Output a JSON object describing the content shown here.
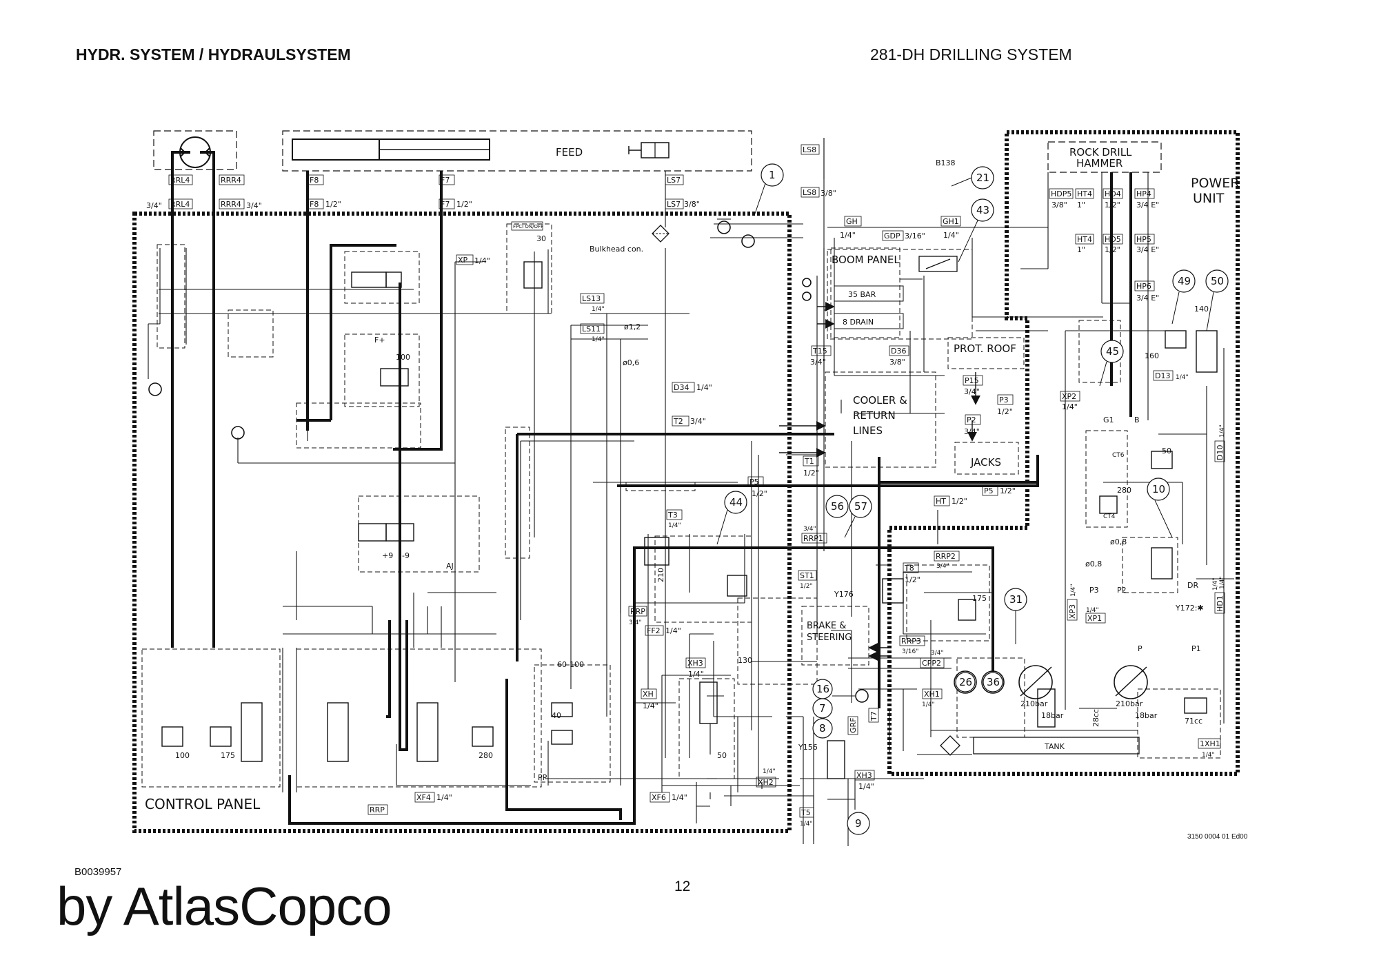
{
  "header": {
    "left_title": "HYDR. SYSTEM / HYDRAULSYSTEM",
    "right_title": "281-DH DRILLING SYSTEM"
  },
  "footer": {
    "doc_code": "B0039957",
    "page_number": "12",
    "brand": "by AtlasCopco",
    "drawing_ref": "3150 0004 01 Ed00"
  },
  "diagram": {
    "blocks": {
      "feed": "FEED",
      "rock_drill_1": "ROCK DRILL",
      "rock_drill_2": "HAMMER",
      "power_unit_1": "POWER",
      "power_unit_2": "UNIT",
      "boom_panel": "BOOM PANEL",
      "cooler_1": "COOLER &",
      "cooler_2": "RETURN",
      "cooler_3": "LINES",
      "prot_roof": "PROT. ROOF",
      "jacks": "JACKS",
      "brake_1": "BRAKE &",
      "brake_2": "STEERING",
      "tank": "TANK",
      "control_panel": "CONTROL PANEL",
      "bulkhead": "Bulkhead con.",
      "fpci": "FPCI ON/OFF",
      "bar35": "35 BAR",
      "drain8": "8 DRAIN"
    },
    "port_labels": {
      "rrl4_top": "RRL4",
      "rrr4_top": "RRR4",
      "f8_top": "F8",
      "f7_top": "F7",
      "ls7_top": "LS7",
      "ls8_top": "LS8",
      "rrl4": "RRL4",
      "rrr4": "RRR4",
      "f8": "F8",
      "f7": "F7",
      "ls7": "LS7",
      "ls8": "LS8",
      "size_34a": "3/4\"",
      "size_34b": "3/4\"",
      "size_12a": "1/2\"",
      "size_12b": "1/2\"",
      "size_38a": "3/8\"",
      "size_38b": "3/8\"",
      "gh": "GH",
      "gh_size": "1/4\"",
      "gdp": "GDP",
      "gdp_size": "3/16\"",
      "gh1": "GH1",
      "gh1_size": "1/4\"",
      "b138": "B138",
      "hdp5": "HDP5",
      "hdp5_size": "3/8\"",
      "ht4a": "HT4",
      "ht4a_size": "1\"",
      "hd4": "HD4",
      "hd4_size": "1/2\"",
      "hp4": "HP4",
      "hp4_size": "3/4 E\"",
      "ht4b": "HT4",
      "ht4b_size": "1\"",
      "hd5": "HD5",
      "hd5_size": "1/2\"",
      "hp5": "HP5",
      "hp5_size": "3/4 E\"",
      "hp6": "HP6",
      "hp6_size": "3/4 E\"",
      "xp": "XP",
      "xp_size": "1/4\"",
      "ls13": "LS13",
      "ls13_size": "1/4\"",
      "ls11": "LS11",
      "ls11_size": "1/4\"",
      "d34": "D34",
      "d34_size": "1/4\"",
      "t2": "T2",
      "t2_size": "3/4\"",
      "t15": "T15",
      "t15_size": "3/4\"",
      "d36": "D36",
      "d36_size": "3/8\"",
      "p15": "P15",
      "p15_size": "3/4\"",
      "p3": "P3",
      "p3_size": "1/2\"",
      "p2": "P2",
      "p2_size": "3/4\"",
      "t1": "T1",
      "t1_size": "1/2\"",
      "p5a": "P5",
      "p5a_size": "1/2\"",
      "p5b": "P5",
      "p5b_size": "1/2\"",
      "ht": "HT",
      "ht_size": "1/2\"",
      "t3": "T3",
      "t3_size": "1/4\"",
      "rrp1": "RRP1",
      "rrp1_size": "3/4\"",
      "st1": "ST1",
      "st1_size": "1/2\"",
      "y176": "Y176",
      "rrp2": "RRP2",
      "rrp2_size": "3/4\"",
      "t8": "T8",
      "t8_size": "1/2\"",
      "rrp3": "RRP3",
      "rrp3_size": "3/16\"",
      "cpp2": "CPP2",
      "cpp2_size": "3/4\"",
      "rrp": "RRP",
      "rrp_size": "3/4\"",
      "ff2": "FF2",
      "ff2_size": "1/4\"",
      "xh3a": "XH3",
      "xh3a_size": "1/4\"",
      "xh": "XH",
      "xh_size": "1/4\"",
      "xh1": "XH1",
      "xh1_size": "1/4\"",
      "grf": "GRF",
      "t7": "T7",
      "xh2": "XH2",
      "xh2_size": "1/4\"",
      "xh3b": "XH3",
      "xh3b_size": "1/4\"",
      "xf4": "XF4",
      "xf4_size": "1/4\"",
      "xf6": "XF6",
      "xf6_size": "1/4\"",
      "rrp_bottom": "RRP",
      "y156": "Y156",
      "t5": "T5",
      "t5_size": "1/4\"",
      "xp2": "XP2",
      "xp2_size": "1/4\"",
      "d13": "D13",
      "d13_size": "1/4\"",
      "d10": "D10",
      "d10_size": "1/4\"",
      "xp3": "XP3",
      "xp3_size": "1/4\"",
      "xp1": "XP1",
      "xp1_size": "1/4\"",
      "hd1": "HD1",
      "hd1_size": "1/4\"",
      "xh1b": "1XH1",
      "xh1b_size": "1/4\"",
      "y172": "Y172:✱",
      "dr": "DR",
      "dr_size": "1/4\"",
      "g1": "G1",
      "b": "B",
      "p": "P",
      "p1": "P1",
      "p3b": "P3",
      "p2b": "P2",
      "ct6": "CT6",
      "ct4": "CT4"
    },
    "values": {
      "v30": "30",
      "v100a": "100",
      "v100b": "100",
      "v175a": "175",
      "v175b": "175",
      "v280a": "280",
      "v280b": "280",
      "v60_100": "60-100",
      "v40": "40",
      "v130": "130",
      "v50a": "50",
      "v50b": "50",
      "v210": "210",
      "v140": "140",
      "v160": "160",
      "o12": "ø1,2",
      "o06": "ø0,6",
      "o08a": "ø0,8",
      "o08b": "ø0,8",
      "bar210a": "210bar",
      "bar18a": "18bar",
      "bar210b": "210bar",
      "bar18b": "18bar",
      "cc28": "28cc",
      "cc71": "71cc",
      "aj": "AJ",
      "p9": "+9",
      "m9": "-9",
      "pp": "PP",
      "fplus": "F+"
    },
    "callouts": {
      "c1": "1",
      "c21": "21",
      "c43": "43",
      "c44": "44",
      "c45": "45",
      "c49": "49",
      "c50": "50",
      "c10": "10",
      "c31": "31",
      "c56": "56",
      "c57": "57",
      "c16": "16",
      "c7": "7",
      "c8": "8",
      "c9": "9",
      "c26": "26",
      "c36": "36"
    }
  }
}
